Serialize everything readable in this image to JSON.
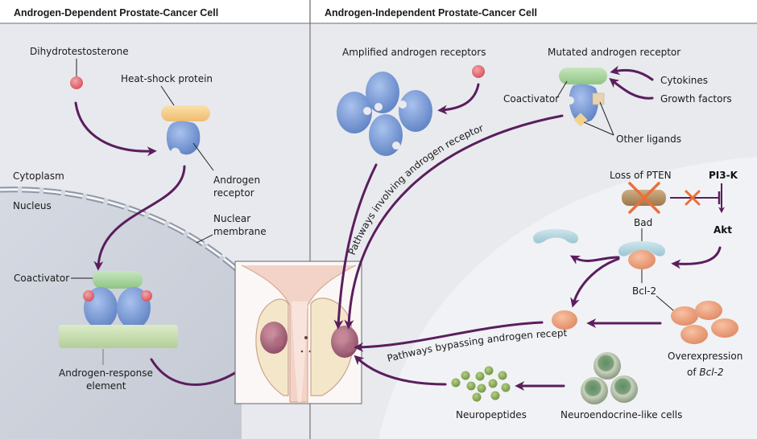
{
  "panels": {
    "left": {
      "title": "Androgen-Dependent Prostate-Cancer Cell"
    },
    "right": {
      "title": "Androgen-Independent Prostate-Cancer Cell"
    }
  },
  "left_labels": {
    "dihydrotestosterone": "Dihydrotestosterone",
    "heat_shock_protein": "Heat-shock protein",
    "androgen_receptor_1": "Androgen",
    "androgen_receptor_2": "receptor",
    "cytoplasm": "Cytoplasm",
    "nucleus": "Nucleus",
    "nuclear_membrane_1": "Nuclear",
    "nuclear_membrane_2": "membrane",
    "coactivator": "Coactivator",
    "are_1": "Androgen-response",
    "are_2": "element"
  },
  "right_labels": {
    "amplified": "Amplified androgen receptors",
    "mutated": "Mutated androgen receptor",
    "coactivator": "Coactivator",
    "cytokines": "Cytokines",
    "growth_factors": "Growth factors",
    "other_ligands": "Other ligands",
    "pathways_involving": "Pathways involving androgen receptor",
    "loss_of_pten": "Loss of PTEN",
    "pi3k": "PI3-K",
    "akt": "Akt",
    "bad": "Bad",
    "bcl2": "Bcl-2",
    "overexpression_1": "Overexpression",
    "overexpression_2a": "of ",
    "overexpression_2b": "Bcl-2",
    "pathways_bypassing": "Pathways bypassing androgen receptor",
    "neuropeptides": "Neuropeptides",
    "neuroendocrine": "Neuroendocrine-like cells"
  },
  "colors": {
    "arrow": "#5a1e5e",
    "receptor": "#7f9fd6",
    "dht": "#e06a72",
    "hsp": "#f3cf8e",
    "coactivator": "#a9d4a0",
    "are": "#c9dfb2",
    "bcl2": "#f0a27e",
    "bad": "#b3d6e0",
    "pten": "#b79266",
    "x_mark": "#e8703a",
    "neuropeptide": "#8cae5a",
    "neuroendocrine": "#9fb08c"
  }
}
